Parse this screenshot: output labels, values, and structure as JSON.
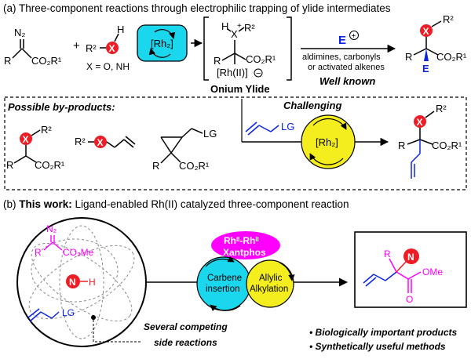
{
  "section_a": {
    "heading": "(a) Three-component reactions through electrophilic trapping of ylide intermediates",
    "diazo": {
      "n2": "N₂",
      "r": "R",
      "co2r1": "CO₂R¹"
    },
    "plus": "+",
    "nucleophile": {
      "r2": "R²",
      "x": "X",
      "h": "H",
      "condition": "X = O, NH"
    },
    "catalyst": "[Rh₂]",
    "ylide": {
      "x_plus": "X",
      "plus_sign": "+",
      "h": "H",
      "r2": "R²",
      "r": "R",
      "co2r1": "CO₂R¹",
      "rh": "[Rh(II)]",
      "minus": "−",
      "label": "Onium Ylide"
    },
    "electrophile": {
      "e": "E",
      "plus": "+",
      "conditions_line1": "aldimines, carbonyls",
      "conditions_line2": "or activated alkenes",
      "note": "Well known"
    },
    "product": {
      "x": "X",
      "r2": "R²",
      "r": "R",
      "e": "E",
      "co2r1": "CO₂R¹"
    },
    "byproducts_box": {
      "title": "Possible by-products:",
      "bp1": {
        "x": "X",
        "r2": "R²",
        "r": "R",
        "co2r1": "CO₂R¹"
      },
      "bp2": {
        "r2": "R²",
        "x": "X"
      },
      "bp3": {
        "lg": "LG",
        "r": "R",
        "co2r1": "CO₂R¹"
      }
    },
    "challenging": {
      "title": "Challenging",
      "reagent_lg": "LG",
      "catalyst": "[Rh₂]",
      "product": {
        "x": "X",
        "r2": "R²",
        "r": "R",
        "co2r1": "CO₂R¹"
      }
    }
  },
  "section_b": {
    "heading_prefix": "(b) ",
    "heading_bold": "This work:",
    "heading_rest": " Ligand-enabled Rh(II) catalyzed three-component reaction",
    "circle": {
      "n2": "N₂",
      "r": "R",
      "co2me": "CO₂Me",
      "n": "N",
      "h": "H",
      "lg": "LG"
    },
    "competing_line1": "Several competing",
    "competing_line2": "side reactions",
    "catalyst_line1": "Rhᴵᴵ-Rhᴵᴵ",
    "catalyst_line2": "Xantphos",
    "carbene_line1": "Carbene",
    "carbene_line2": "insertion",
    "allylic_line1": "Allylic",
    "allylic_line2": "Alkylation",
    "product": {
      "r": "R",
      "n": "N",
      "o": "O",
      "ome": "OMe"
    },
    "bullets": [
      "Biologically important products",
      "Synthetically useful methods"
    ]
  },
  "colors": {
    "heteroatom_red": "#ee1c24",
    "blue": "#0a24e6",
    "cyan": "#1ad7ee",
    "yellow": "#f5ee1e",
    "magenta": "#ff00ff"
  }
}
